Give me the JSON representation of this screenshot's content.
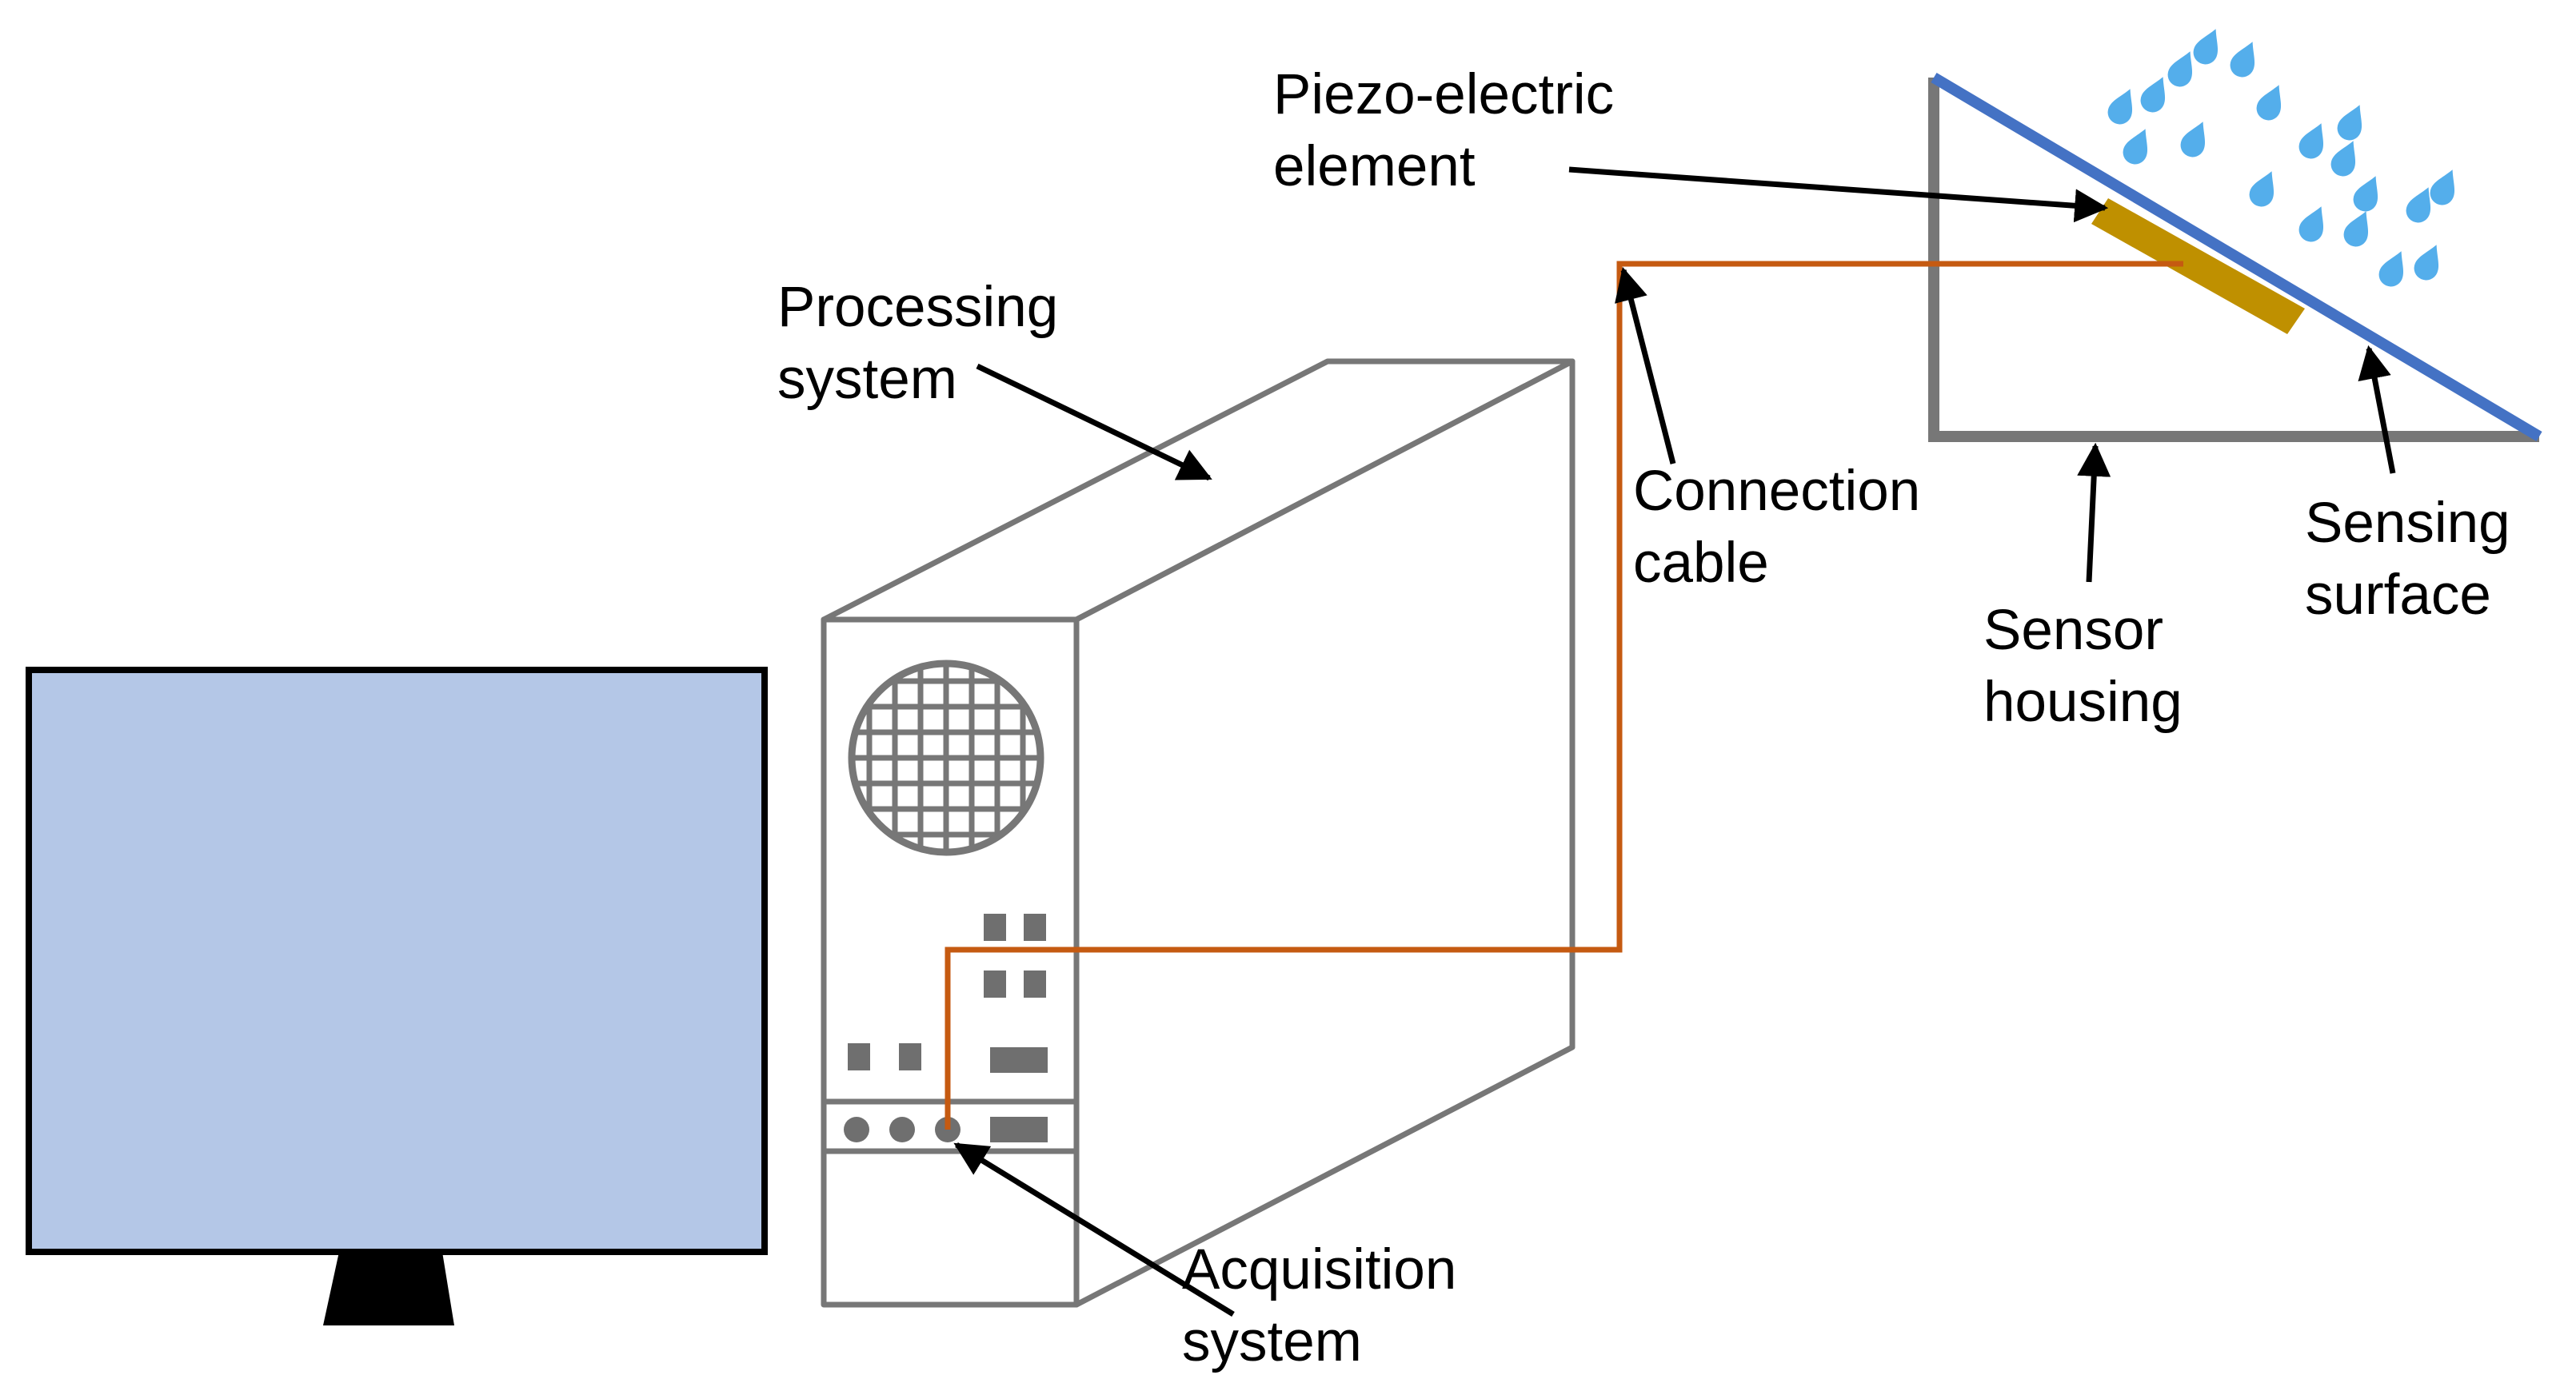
{
  "labels": {
    "piezo_line1": "Piezo-electric",
    "piezo_line2": "element",
    "processing_line1": "Processing",
    "processing_line2": "system",
    "connection_line1": "Connection",
    "connection_line2": "cable",
    "sensor_housing_line1": "Sensor",
    "sensor_housing_line2": "housing",
    "sensing_surface_line1": "Sensing",
    "sensing_surface_line2": "surface",
    "acquisition_line1": "Acquisition",
    "acquisition_line2": "system"
  },
  "colors": {
    "monitor_screen": "#b4c7e7",
    "monitor_frame": "#000000",
    "case_outline": "#777777",
    "cable": "#c55a11",
    "piezo_element": "#bf9000",
    "sensing_surface": "#4472c4",
    "sensor_housing": "#777777",
    "raindrops": "#54aeeb"
  },
  "icons": {
    "monitor": "monitor-icon",
    "computer_case": "computer-tower-icon",
    "fan_grill": "fan-grill-icon",
    "raindrops": "raindrop-icon"
  }
}
